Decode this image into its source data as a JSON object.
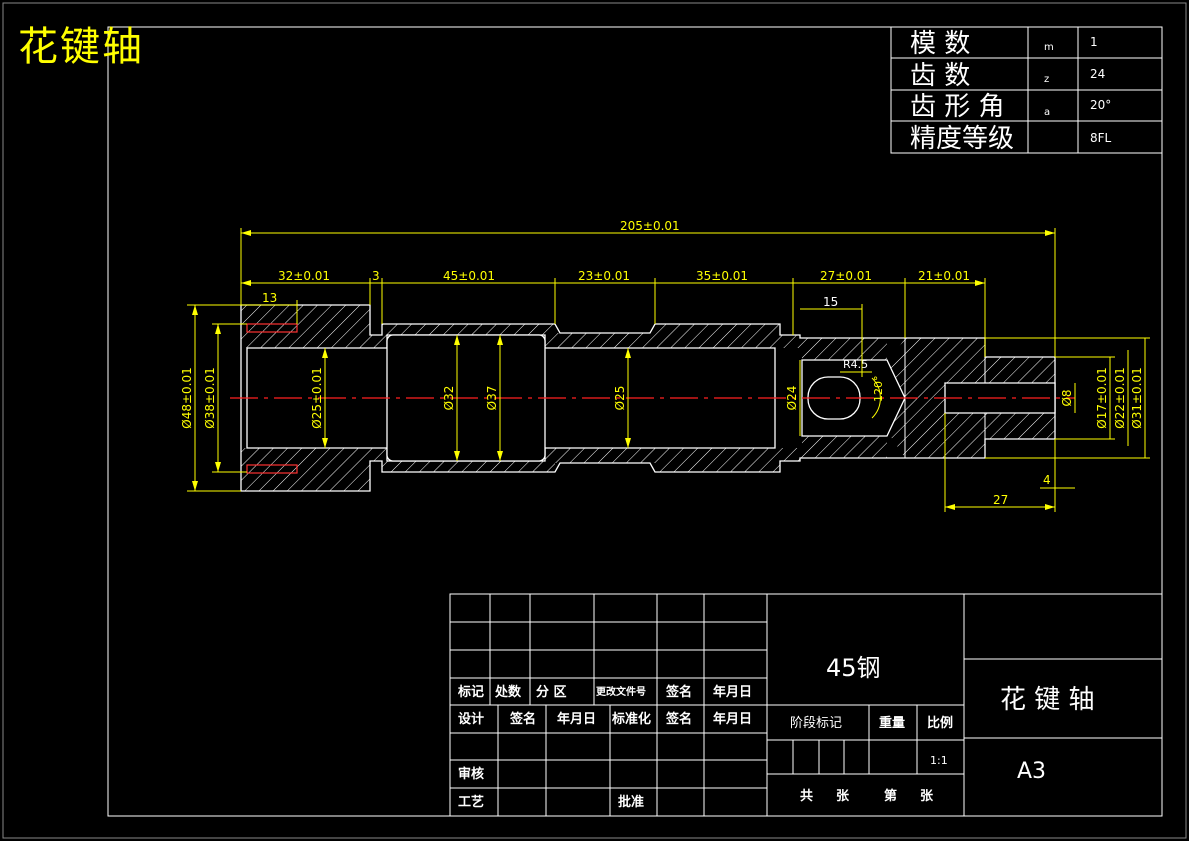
{
  "title": "花键轴",
  "params": [
    {
      "name": "模 数",
      "symbol": "m",
      "value": "1"
    },
    {
      "name": "齿 数",
      "symbol": "z",
      "value": "24"
    },
    {
      "name": "齿 形 角",
      "symbol": "a",
      "value": "20°"
    },
    {
      "name": "精度等级",
      "symbol": "",
      "value": "8FL"
    }
  ],
  "dimensions": {
    "overall": "205±0.01",
    "d32": "32±0.01",
    "d3": "3",
    "d45": "45±0.01",
    "d23": "23±0.01",
    "d35": "35±0.01",
    "d27": "27±0.01",
    "d21": "21±0.01",
    "d13": "13",
    "d15": "15",
    "r45": "R4.5",
    "a120": "120°",
    "d27b": "27",
    "d4": "4",
    "dia48": "Ø48±0.01",
    "dia38": "Ø38±0.01",
    "dia25a": "Ø25±0.01",
    "dia32": "Ø32",
    "dia37": "Ø37",
    "dia25b": "Ø25",
    "dia24": "Ø24",
    "dia8": "Ø8",
    "dia17": "Ø17±0.01",
    "dia22": "Ø22±0.01",
    "dia31": "Ø31±0.01"
  },
  "title_block": {
    "material": "45钢",
    "part_name": "花 键 轴",
    "sheet_size": "A3",
    "scale": "1:1",
    "row_labels": [
      "标记",
      "处数",
      "分 区",
      "更改文件号",
      "签名",
      "年月日"
    ],
    "design_row": [
      "设计",
      "签名",
      "年月日",
      "标准化",
      "签名",
      "年月日"
    ],
    "review": "审核",
    "process": "工艺",
    "approve": "批准",
    "stage_mark": "阶段标记",
    "weight": "重量",
    "ratio": "比例",
    "sheets_total": "共",
    "sheets_unit": "张",
    "sheet_no": "第",
    "sheet_no_unit": "张"
  }
}
